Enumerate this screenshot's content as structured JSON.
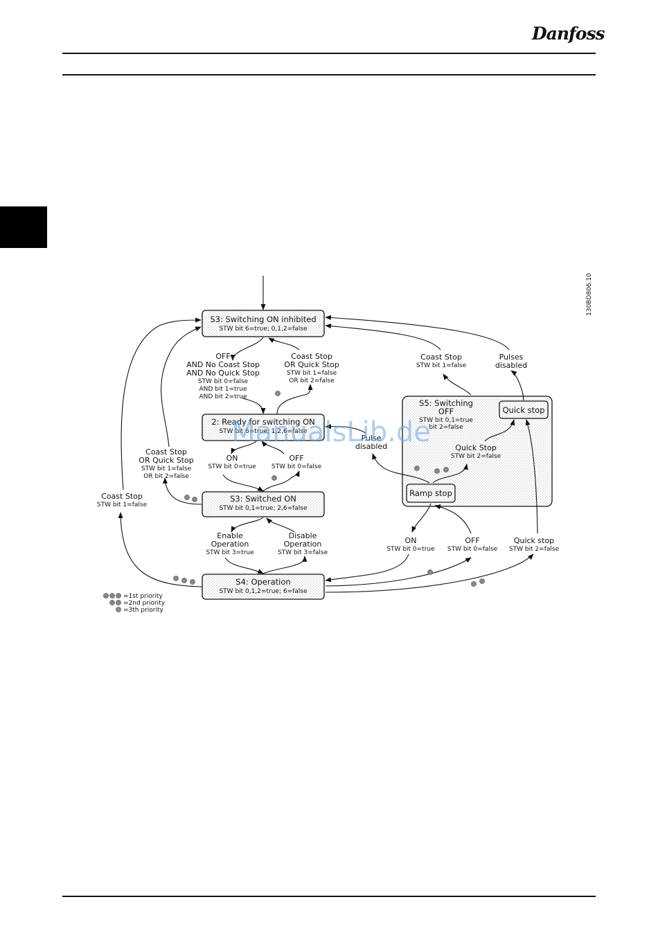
{
  "header": {
    "brand": "Danfoss"
  },
  "doc_id": "130BD806.10",
  "watermark": "ManualsLib.de",
  "states": {
    "s3_inhibited": {
      "title": "S3: Switching ON inhibited",
      "cond": "STW bit 6=true; 0,1,2=false"
    },
    "s2_ready": {
      "title": "2: Ready for switching ON",
      "cond": "STW bit 6=true; 1,2,6=false"
    },
    "s3_switched_on": {
      "title": "S3: Switched ON",
      "cond": "STW bit 0,1=true; 2,6=false"
    },
    "s4_operation": {
      "title": "S4: Operation",
      "cond": "STW bit 0,1,2=true; 6=false"
    },
    "s5_switching_off": {
      "title1": "S5: Switching",
      "title2": "OFF",
      "cond1": "STW bit 0,1=true",
      "cond2": "bit 2=false"
    },
    "ramp_stop": "Ramp stop",
    "quick_stop_box": "Quick stop"
  },
  "transitions": {
    "off_no_stop": [
      "OFF",
      "AND No Coast Stop",
      "AND No Quick Stop",
      "STW bit 0=false",
      "AND bit 1=true",
      "AND bit 2=true"
    ],
    "coast_or_quick_top": [
      "Coast Stop",
      "OR Quick Stop",
      "STW bit 1=false",
      "OR bit 2=false"
    ],
    "coast_or_quick_left": [
      "Coast Stop",
      "OR Quick Stop",
      "STW bit 1=false",
      "OR bit 2=false"
    ],
    "on_1": [
      "ON",
      "STW bit 0=true"
    ],
    "off_1": [
      "OFF",
      "STW bit 0=false"
    ],
    "enable_op": [
      "Enable",
      "Operation",
      "STW bit 3=true"
    ],
    "disable_op": [
      "Disable",
      "Operation",
      "STW bit 3=false"
    ],
    "coast_stop_far": [
      "Coast Stop",
      "STW bit 1=false"
    ],
    "coast_stop_s5": [
      "Coast Stop",
      "STW bit 1=false"
    ],
    "pulses_disabled": [
      "Pulses",
      "disabled"
    ],
    "pulse_disabled_mid": [
      "Pulse",
      "disabled"
    ],
    "quick_stop_s5": [
      "Quick Stop",
      "STW bit 2=false"
    ],
    "on_2": [
      "ON",
      "STW bit 0=true"
    ],
    "off_2": [
      "OFF",
      "STW bit 0=false"
    ],
    "quick_stop_2": [
      "Quick stop",
      "STW bit 2=false"
    ]
  },
  "legend": [
    {
      "dots": 3,
      "label": "=1st priority"
    },
    {
      "dots": 2,
      "label": "=2nd priority"
    },
    {
      "dots": 1,
      "label": "=3th priority"
    }
  ]
}
